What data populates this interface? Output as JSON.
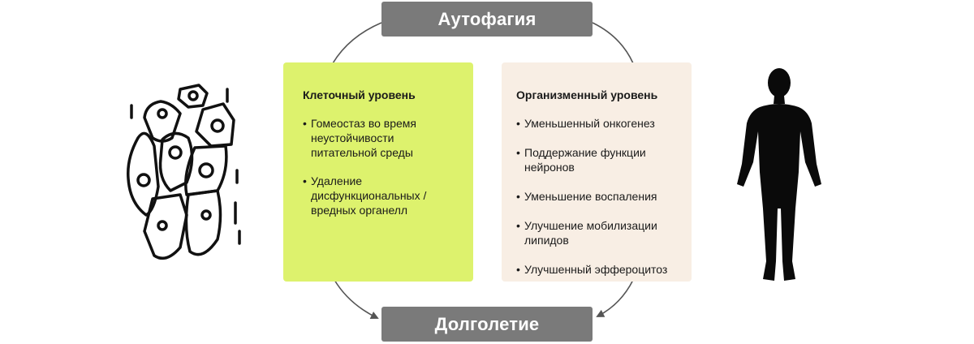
{
  "diagram": {
    "top_label": "Аутофагия",
    "bottom_label": "Долголетие",
    "cell_box": {
      "title": "Клеточный уровень",
      "items": [
        "Гомеостаз во время\nнеустойчивости\nпитательной среды",
        "Удаление\nдисфункциональных /\nвредных органелл"
      ]
    },
    "organism_box": {
      "title": "Организменный уровень",
      "items": [
        "Уменьшенный   онкогенез",
        "Поддержание функции\n нейронов",
        "Уменьшение воспаления",
        "Улучшение мобилизации\n  липидов",
        "Улучшенный эффероцитоз"
      ]
    },
    "icons": {
      "left": "cells-icon",
      "right": "human-silhouette-icon"
    },
    "colors": {
      "pill": "#7a7a7a",
      "cell_box": "#ddf26d",
      "organism_box": "#f8eee4",
      "arrow": "#555555"
    }
  }
}
